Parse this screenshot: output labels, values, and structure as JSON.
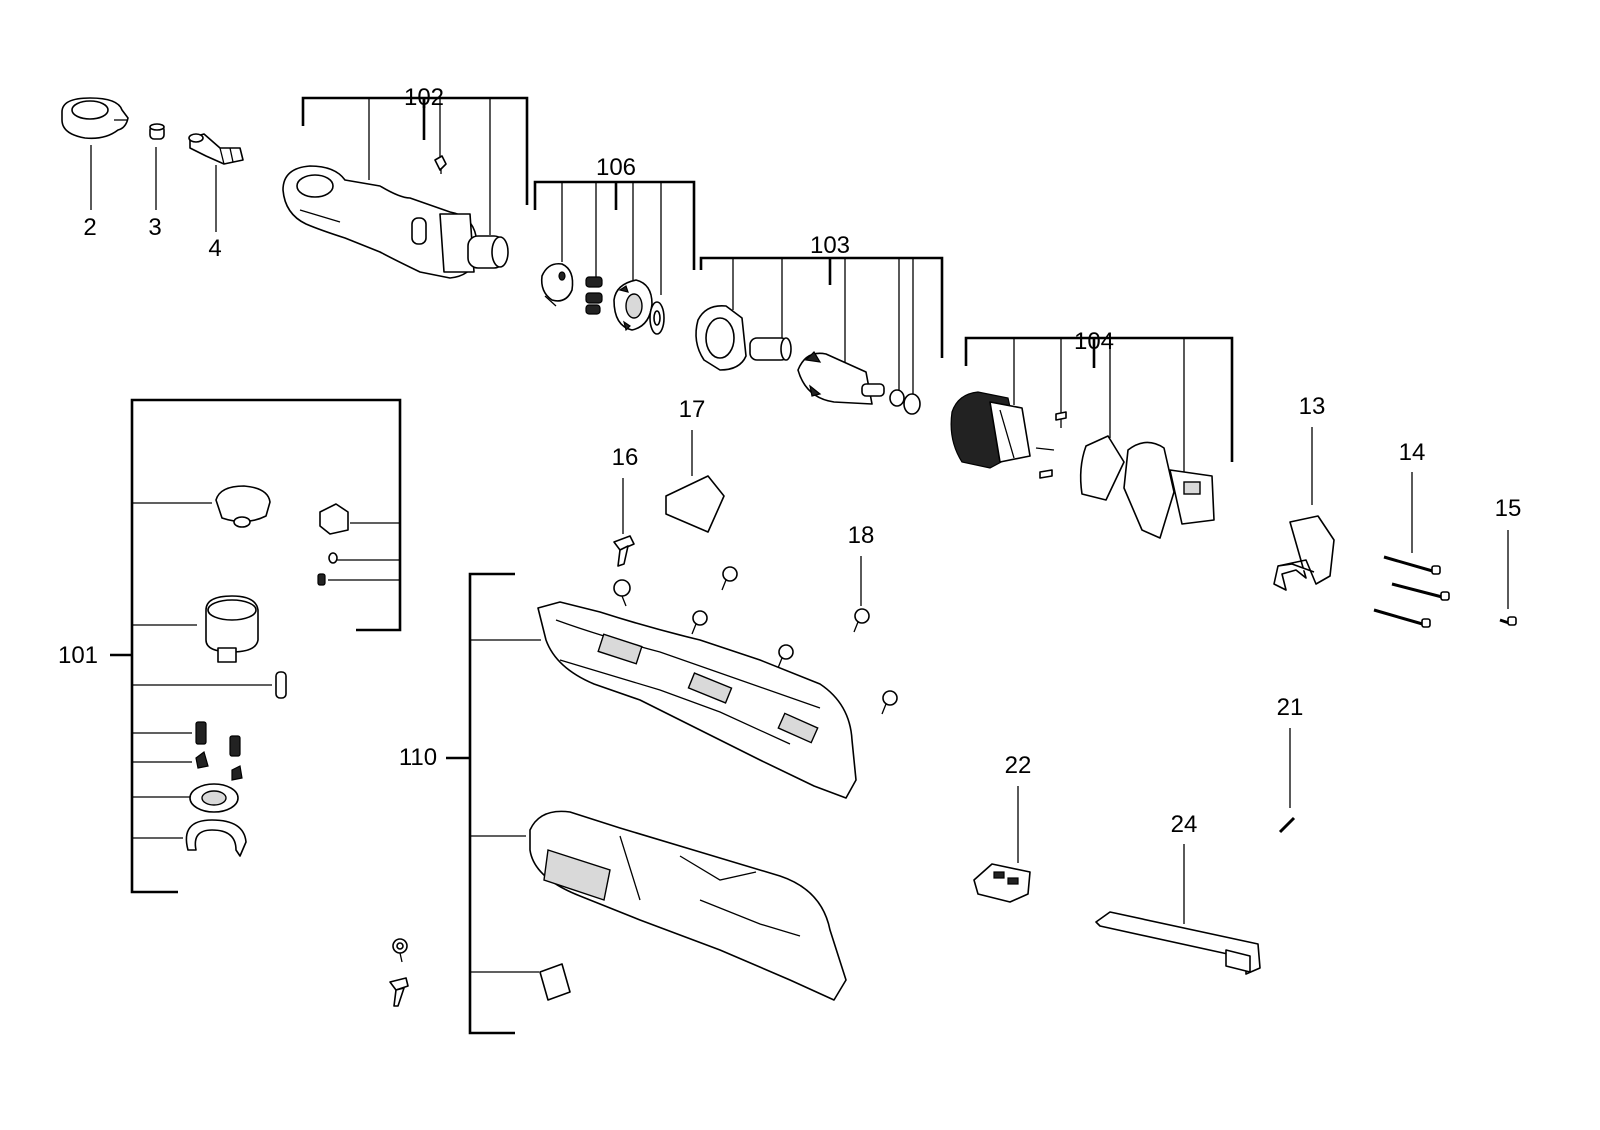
{
  "labels": {
    "l2": "2",
    "l3": "3",
    "l4": "4",
    "l13": "13",
    "l14": "14",
    "l15": "15",
    "l16": "16",
    "l17": "17",
    "l18": "18",
    "l21": "21",
    "l22": "22",
    "l24": "24",
    "l101": "101",
    "l102": "102",
    "l103": "103",
    "l104": "104",
    "l106": "106",
    "l110": "110"
  }
}
